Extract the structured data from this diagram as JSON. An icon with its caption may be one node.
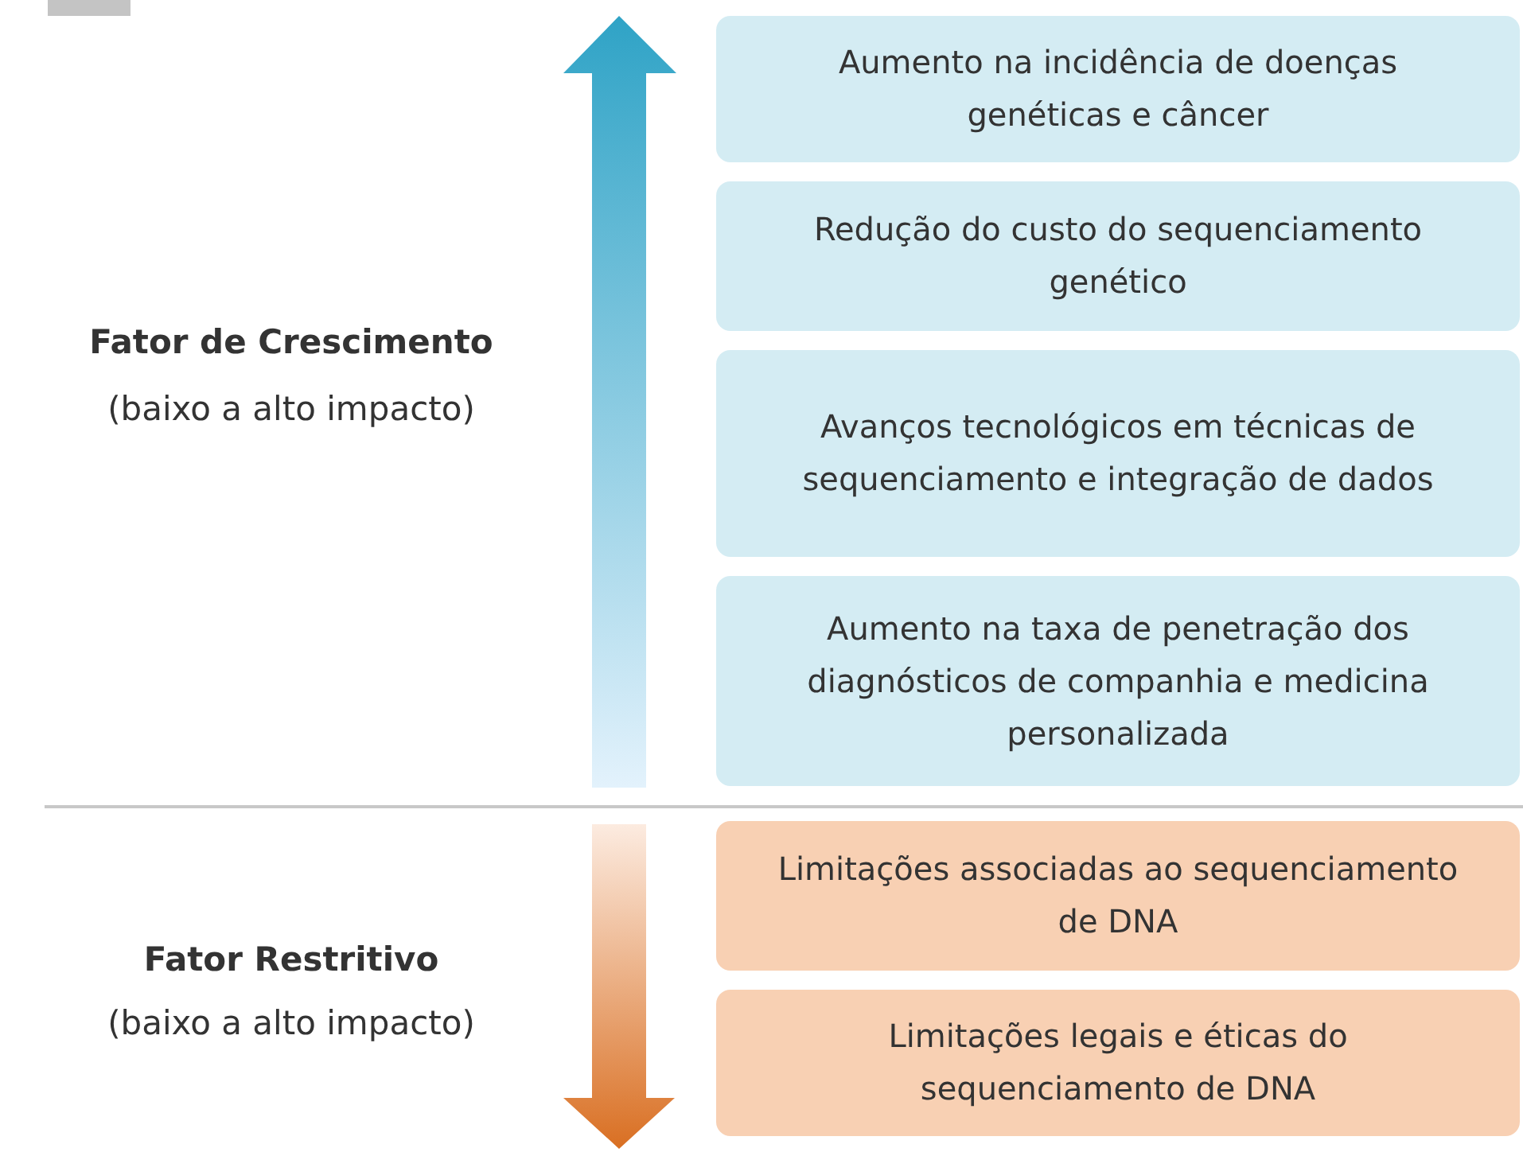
{
  "diagram": {
    "nodes": [
      {
        "text": [
          "Aumento na incidência de doenças genéticas e câncer"
        ]
      },
      {
        "text": [
          "Redução do custo do sequenciamento genético"
        ]
      },
      {
        "text": [
          "Avanços tecnológicos em técnicas de sequenciamento e integração de dados"
        ]
      },
      {
        "text": [
          "Aumento na taxa de penetração dos diagnósticos de companhia e medicina personalizada"
        ]
      },
      {
        "text": [
          "Limitações associadas ao sequenciamento de DNA"
        ]
      },
      {
        "text": [
          "Limitações legais e éticas do sequenciamento de DNA"
        ]
      }
    ],
    "edges": [],
    "labels": [
      "Fator de Crescimento",
      "(baixo a alto impacto)",
      "Fator Restritivo",
      "(baixo a alto impacto)"
    ]
  }
}
